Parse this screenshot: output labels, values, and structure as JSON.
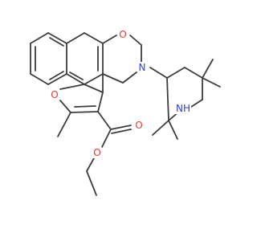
{
  "molecule": {
    "atom_labels": [
      {
        "id": "o-pyran",
        "text": "O",
        "color": "#e8382c"
      },
      {
        "id": "n-ring",
        "text": "N",
        "color": "#2f3fd6"
      },
      {
        "id": "o-furan",
        "text": "O",
        "color": "#e8382c"
      },
      {
        "id": "o-carbonyl",
        "text": "O",
        "color": "#e8382c"
      },
      {
        "id": "o-ester",
        "text": "O",
        "color": "#e8382c"
      },
      {
        "id": "nh-piperidine",
        "text": "NH",
        "color": "#2f3fd6"
      }
    ],
    "bond_color": "#3c3c3c"
  }
}
